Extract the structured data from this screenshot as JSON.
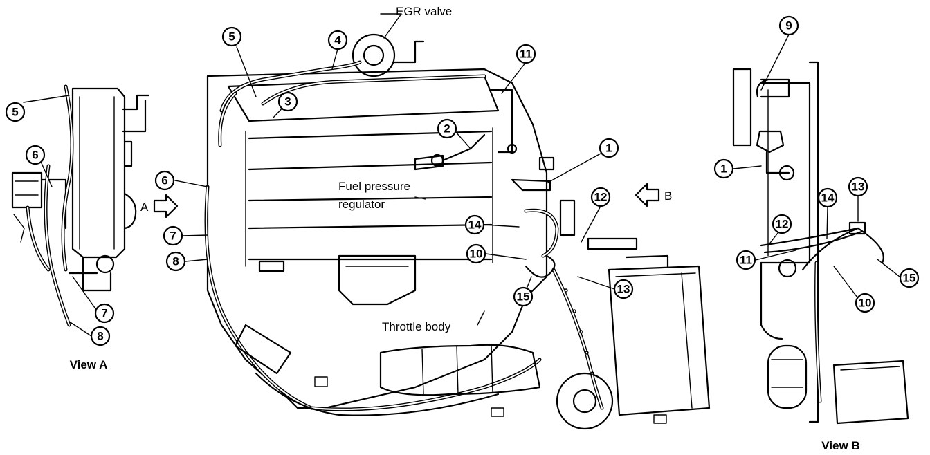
{
  "callouts": {
    "c1": "1",
    "c2": "2",
    "c3": "3",
    "c4": "4",
    "c5": "5",
    "c6": "6",
    "c7": "7",
    "c8": "8",
    "c9": "9",
    "c10": "10",
    "c11": "11",
    "c12": "12",
    "c13": "13",
    "c14": "14",
    "c15": "15"
  },
  "labels": {
    "egr_valve": "EGR valve",
    "fuel_pressure_1": "Fuel pressure",
    "fuel_pressure_2": "regulator",
    "throttle_body": "Throttle body",
    "arrow_a": "A",
    "arrow_b": "B",
    "view_a": "View A",
    "view_b": "View B"
  }
}
